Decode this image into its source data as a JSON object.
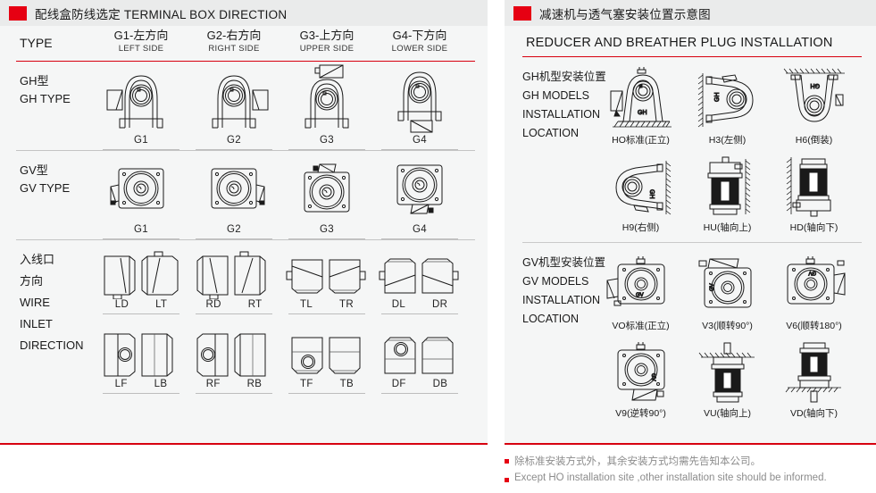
{
  "left_panel": {
    "title": "配线盒防线选定 TERMINAL BOX DIRECTION",
    "header": {
      "type_label": "TYPE",
      "columns": [
        {
          "cn": "G1-左方向",
          "en": "LEFT SIDE"
        },
        {
          "cn": "G2-右方向",
          "en": "RIGHT SIDE"
        },
        {
          "cn": "G3-上方向",
          "en": "UPPER SIDE"
        },
        {
          "cn": "G4-下方向",
          "en": "LOWER SIDE"
        }
      ]
    },
    "rows": [
      {
        "label_cn": "GH型",
        "label_en": "GH TYPE",
        "cells": [
          "G1",
          "G2",
          "G3",
          "G4"
        ]
      },
      {
        "label_cn": "GV型",
        "label_en": "GV TYPE",
        "cells": [
          "G1",
          "G2",
          "G3",
          "G4"
        ]
      }
    ],
    "wire_section": {
      "label_lines": [
        "入线口",
        "方向",
        "WIRE",
        "INLET",
        "DIRECTION"
      ],
      "row1": [
        [
          "LD",
          "LT"
        ],
        [
          "RD",
          "RT"
        ],
        [
          "TL",
          "TR"
        ],
        [
          "DL",
          "DR"
        ]
      ],
      "row2": [
        [
          "LF",
          "LB"
        ],
        [
          "RF",
          "RB"
        ],
        [
          "TF",
          "TB"
        ],
        [
          "DF",
          "DB"
        ]
      ]
    }
  },
  "right_panel": {
    "title": "减速机与透气塞安装位置示意图",
    "subtitle": "REDUCER AND  BREATHER PLUG  INSTALLATION",
    "sections": [
      {
        "label_lines": [
          "GH机型安装位置",
          "GH MODELS",
          "INSTALLATION",
          "LOCATION"
        ],
        "row1": [
          "HO标准(正立)",
          "H3(左侧)",
          "H6(倒装)"
        ],
        "row2": [
          "H9(右侧)",
          "HU(轴向上)",
          "HD(轴向下)"
        ],
        "body_tag": "GH"
      },
      {
        "label_lines": [
          "GV机型安装位置",
          "GV MODELS",
          "INSTALLATION",
          "LOCATION"
        ],
        "row1": [
          "VO标准(正立)",
          "V3(顺转90°)",
          "V6(顺转180°)"
        ],
        "row2": [
          "V9(逆转90°)",
          "VU(轴向上)",
          "VD(轴向下)"
        ],
        "body_tag": "GV"
      }
    ]
  },
  "notes": [
    "除标准安装方式外，其余安装方式均需先告知本公司。",
    "Except HO installation site ,other installation site should be informed."
  ],
  "colors": {
    "accent_red": "#e60012",
    "rule_red": "#d7000f",
    "panel_bg": "#f5f6f6",
    "header_bg": "#eaebeb",
    "note_gray": "#8c8c8c"
  }
}
